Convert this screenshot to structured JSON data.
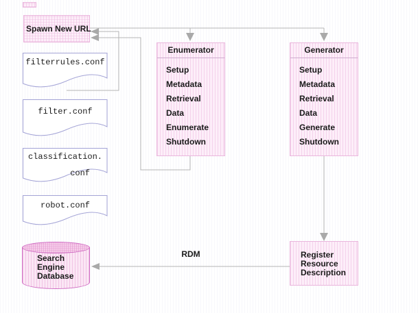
{
  "spawn_box": {
    "label": "Spawn New URL"
  },
  "modules": [
    {
      "title": "Enumerator",
      "methods": [
        "Setup",
        "Metadata",
        "Retrieval",
        "Data",
        "Enumerate",
        "Shutdown"
      ]
    },
    {
      "title": "Generator",
      "methods": [
        "Setup",
        "Metadata",
        "Retrieval",
        "Data",
        "Generate",
        "Shutdown"
      ]
    }
  ],
  "config_files": [
    {
      "lines": [
        "filterrules.conf"
      ]
    },
    {
      "lines": [
        "filter.conf"
      ]
    },
    {
      "lines": [
        "classification.",
        "conf"
      ]
    },
    {
      "lines": [
        "robot.conf"
      ]
    }
  ],
  "database": {
    "lines": [
      "Search",
      "Engine",
      "Database"
    ]
  },
  "register_box": {
    "lines": [
      "Register",
      "Resource",
      "Description"
    ]
  },
  "arrow_label": "RDM",
  "colors": {
    "box_fill": "#fdeef9",
    "box_border": "#eab6dd",
    "cylinder_border": "#cf6cc3",
    "cylinder_top_fill": "#f6cdeb",
    "doc_border": "#a3a3d6",
    "connector_gray": "#b4b4b4",
    "arrowhead_gray": "#a9a9a9",
    "text": "#1a1a1a"
  }
}
